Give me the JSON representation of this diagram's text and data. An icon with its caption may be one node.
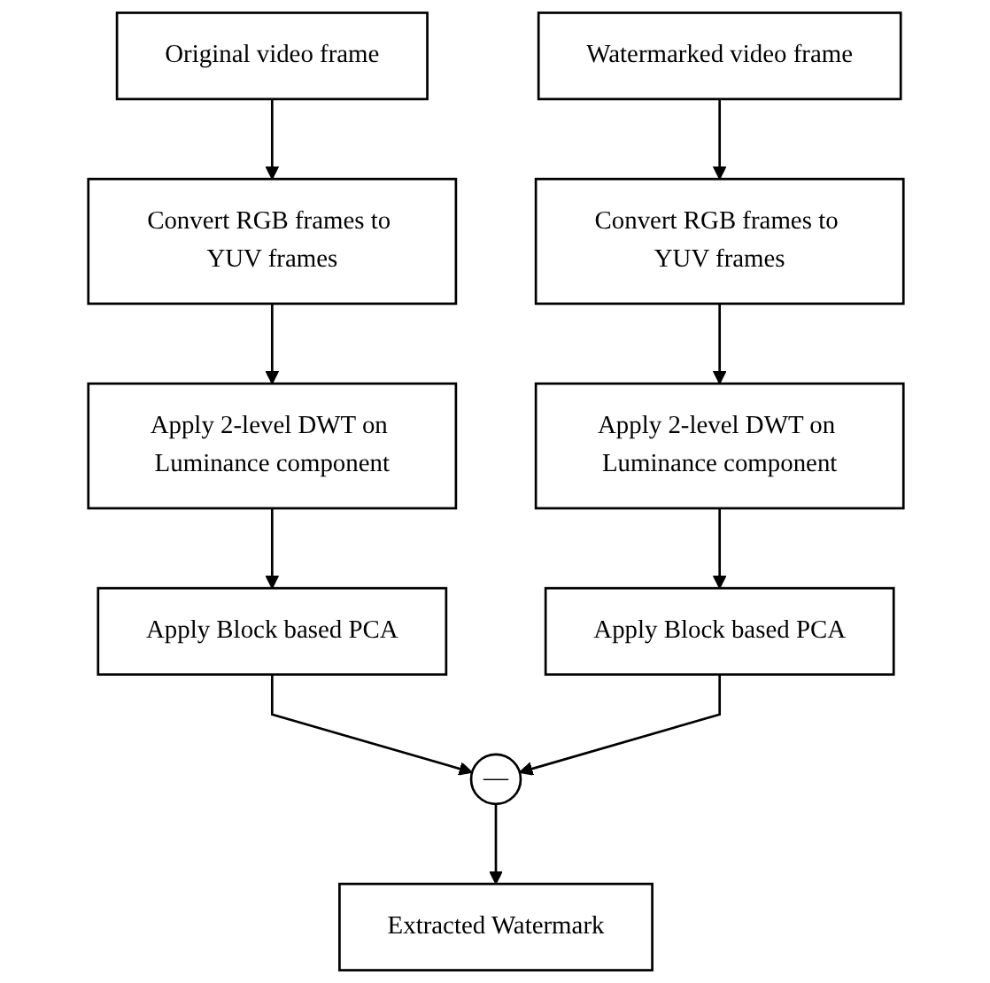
{
  "diagram": {
    "nodes": [
      {
        "text": [
          "Original video frame"
        ]
      },
      {
        "text": [
          "Convert RGB frames to YUV frames"
        ]
      },
      {
        "text": [
          "Apply 2-level DWT on Luminance component"
        ]
      },
      {
        "text": [
          "Apply Block based PCA"
        ]
      },
      {
        "text": [
          "Watermarked video frame"
        ]
      },
      {
        "text": [
          "Convert RGB frames to YUV frames"
        ]
      },
      {
        "text": [
          "Apply 2-level DWT on Luminance component"
        ]
      },
      {
        "text": [
          "Apply Block based PCA"
        ]
      },
      {
        "text": [
          "—"
        ]
      },
      {
        "text": [
          "Extracted Watermark"
        ]
      }
    ],
    "edges": [
      {
        "from": 0,
        "to": 1,
        "arrow": "to"
      },
      {
        "from": 1,
        "to": 2,
        "arrow": "to"
      },
      {
        "from": 2,
        "to": 3,
        "arrow": "to"
      },
      {
        "from": 4,
        "to": 5,
        "arrow": "to"
      },
      {
        "from": 5,
        "to": 6,
        "arrow": "to"
      },
      {
        "from": 6,
        "to": 7,
        "arrow": "to"
      },
      {
        "from": 3,
        "to": 8,
        "arrow": "to"
      },
      {
        "from": 7,
        "to": 8,
        "arrow": "to"
      },
      {
        "from": 8,
        "to": 9,
        "arrow": "to"
      }
    ]
  }
}
